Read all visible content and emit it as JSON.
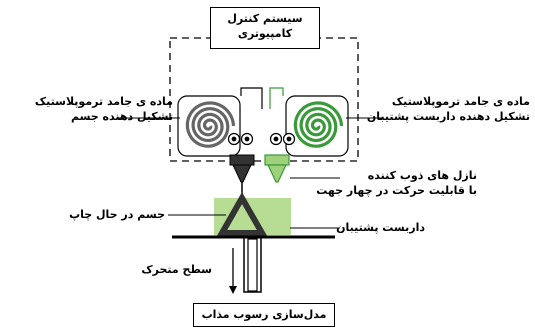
{
  "control_system": {
    "line1": "سیستم کنترل",
    "line2": "کامپیوتری"
  },
  "labels": {
    "model_material": {
      "line1": "ماده ی جامد ترموپلاستیک",
      "line2": "تشکیل دهنده جسم"
    },
    "support_material": {
      "line1": "ماده ی جامد ترموپلاستیک",
      "line2": "تشکیل دهنده داربست پشتیبان"
    },
    "nozzles": {
      "line1": "نازل های ذوب کننده",
      "line2": "با قابلیت حرکت در چهار جهت"
    },
    "object_printing": "جسم در حال چاپ",
    "support_scaffold": "داربست پشتیبان",
    "moving_platform": "سطح متحرک"
  },
  "caption": "مدل‌سازی رسوب مذاب",
  "colors": {
    "model_spiral": "#666666",
    "support_spiral": "#3a9a3a",
    "support_fill": "#b7dc94",
    "model_body": "#333333",
    "support_nozzle": "#9fd07a"
  }
}
